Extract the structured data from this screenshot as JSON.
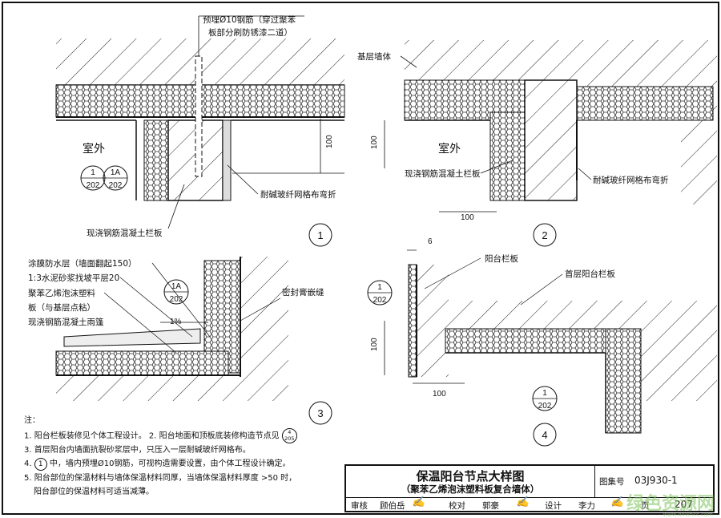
{
  "detail1": {
    "rebar_note_line1": "预埋Ø10钢筋（穿过聚苯",
    "rebar_note_line2": "板部分刷防锈漆二道）",
    "room_label": "室外",
    "dim_100": "100",
    "ref_a_num": "1",
    "ref_a_page": "202",
    "ref_b_num": "1A",
    "ref_b_page": "202",
    "mesh_note": "耐碱玻纤网格布弯折",
    "slab_note": "现浇钢筋混凝土栏板",
    "detail_no": "1"
  },
  "detail2": {
    "base_wall": "基层墙体",
    "room_label": "室外",
    "dim_v": "100",
    "slab_note": "现浇钢筋混凝土栏板",
    "mesh_note": "耐碱玻纤网格布弯折",
    "dim_h": "100",
    "detail_no": "2"
  },
  "detail3": {
    "layer1": "涂膜防水层（墙面翻起150）",
    "layer2": "1:3水泥砂浆找坡平层20",
    "layer3": "聚苯乙烯泡沫塑料",
    "layer4": "板（与基层点粘）",
    "layer5": "现浇钢筋混凝土雨篷",
    "slope": "1%",
    "ref_num": "1A",
    "ref_page": "202",
    "sealant": "密封膏嵌缝",
    "detail_no": "3"
  },
  "detail4": {
    "dim_top": "6",
    "parapet": "阳台栏板",
    "ref_num": "1",
    "ref_page": "202",
    "first_floor": "首层阳台栏板",
    "dim_v": "100",
    "dim_h": "100",
    "ref2_num": "1",
    "ref2_page": "202",
    "detail_no": "4"
  },
  "notes": {
    "head": "注：",
    "n1": "1. 阳台栏板装修见个体工程设计。 2. 阳台地面和顶板底装修构造节点见",
    "n1_ref_num": "4",
    "n1_ref_page": "205",
    "n3": "3. 首层阳台内墙面抗裂砂浆层中，只压入一层耐碱玻纤网格布。",
    "n4_pre": "4.",
    "n4_ref": "1",
    "n4_post": "中，墙内预埋Ø10钢筋，可视构造需要设置，由个体工程设计确定。",
    "n5a": "5. 阳台部位的保温材料与墙体保温材料同厚，当墙体保温材料厚度 >50 时，",
    "n5b": "阳台部位的保温材料可适当减薄。"
  },
  "title_block": {
    "title": "保温阳台节点大样图",
    "subtitle": "（聚苯乙烯泡沫塑料板复合墙体）",
    "atlas_label": "图集号",
    "atlas_no": "03J930-1",
    "review_label": "审核",
    "review_name": "顾伯岳",
    "check_label": "校对",
    "check_name": "郭豪",
    "design_label": "设计",
    "design_name": "李力",
    "page_label": "页",
    "page_no": "207"
  },
  "watermark": {
    "main": "绿色资源网",
    "sub": "www.downcc.com"
  }
}
